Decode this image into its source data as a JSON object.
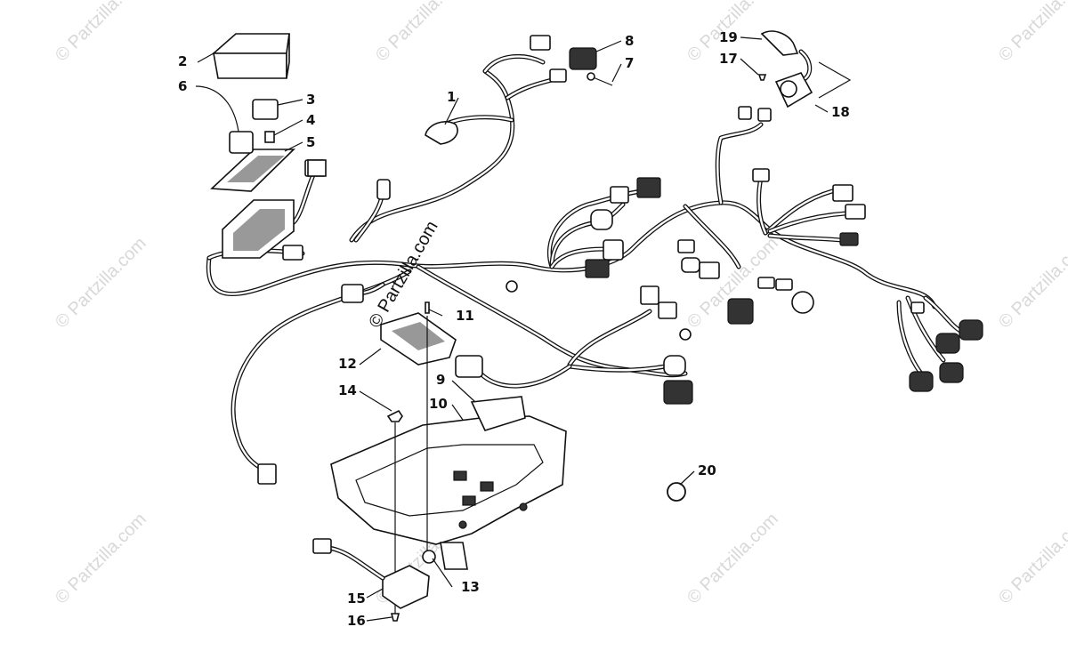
{
  "watermarks": [
    "© Partzilla.com"
  ],
  "center_watermark": "© Partzilla.com",
  "callouts": {
    "c1": "1",
    "c2": "2",
    "c3": "3",
    "c4": "4",
    "c5": "5",
    "c6": "6",
    "c7": "7",
    "c8": "8",
    "c9": "9",
    "c10": "10",
    "c11": "11",
    "c12": "12",
    "c13": "13",
    "c14": "14",
    "c15": "15",
    "c16": "16",
    "c17": "17",
    "c18": "18",
    "c19": "19",
    "c20": "20"
  }
}
